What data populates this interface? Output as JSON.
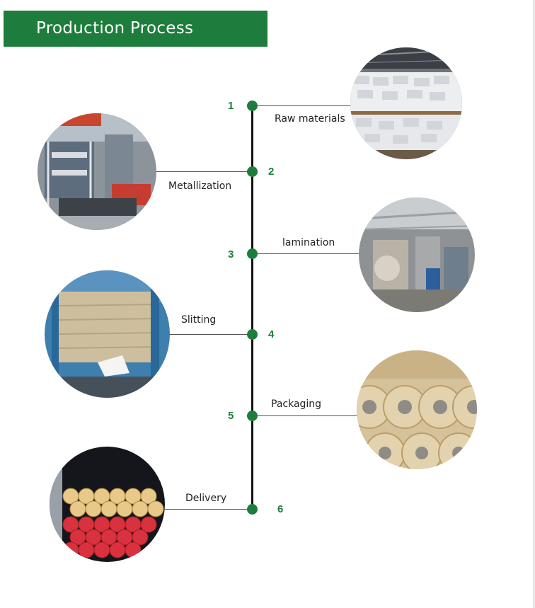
{
  "header": {
    "title": "Production Process"
  },
  "colors": {
    "accent": "#1e7d3c",
    "line": "#111111"
  },
  "steps": [
    {
      "number": "1",
      "label": "Raw materials",
      "image": "warehouse-bags-photo"
    },
    {
      "number": "2",
      "label": "Metallization",
      "image": "metallization-machine-photo"
    },
    {
      "number": "3",
      "label": "lamination",
      "image": "lamination-machine-photo"
    },
    {
      "number": "4",
      "label": "Slitting",
      "image": "slitting-machine-photo"
    },
    {
      "number": "5",
      "label": "Packaging",
      "image": "packaged-rolls-photo"
    },
    {
      "number": "6",
      "label": "Delivery",
      "image": "delivery-rolls-photo"
    }
  ]
}
